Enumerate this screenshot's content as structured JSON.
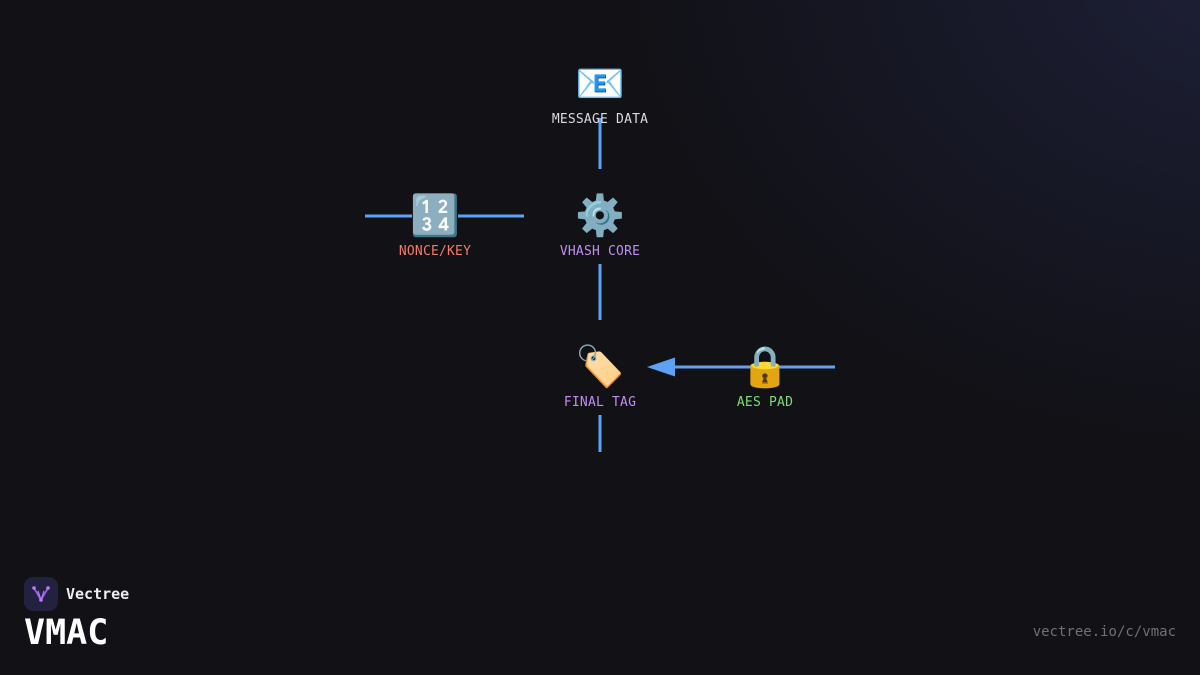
{
  "diagram": {
    "nodes": {
      "message": {
        "icon": "📧",
        "icon_name": "envelope-icon",
        "label": "MESSAGE DATA"
      },
      "nonce": {
        "icon": "🔢",
        "icon_name": "numbers-icon",
        "label": "NONCE/KEY"
      },
      "core": {
        "icon": "⚙️",
        "icon_name": "gear-icon",
        "label": "VHASH CORE"
      },
      "tag": {
        "icon": "🏷️",
        "icon_name": "tag-icon",
        "label": "FINAL TAG"
      },
      "aes": {
        "icon": "🔒",
        "icon_name": "lock-icon",
        "label": "AES PAD"
      }
    },
    "colors": {
      "connector": "#5ea3f2",
      "message_label": "#d9dbe2",
      "nonce_label": "#f47a6d",
      "core_label": "#c38cf2",
      "tag_label": "#c38cf2",
      "aes_label": "#7ddc7a"
    }
  },
  "brand": {
    "name": "Vectree",
    "logo_icon": "vectree-logo-icon"
  },
  "page_title": "VMAC",
  "footer": {
    "url": "vectree.io/c/vmac"
  }
}
